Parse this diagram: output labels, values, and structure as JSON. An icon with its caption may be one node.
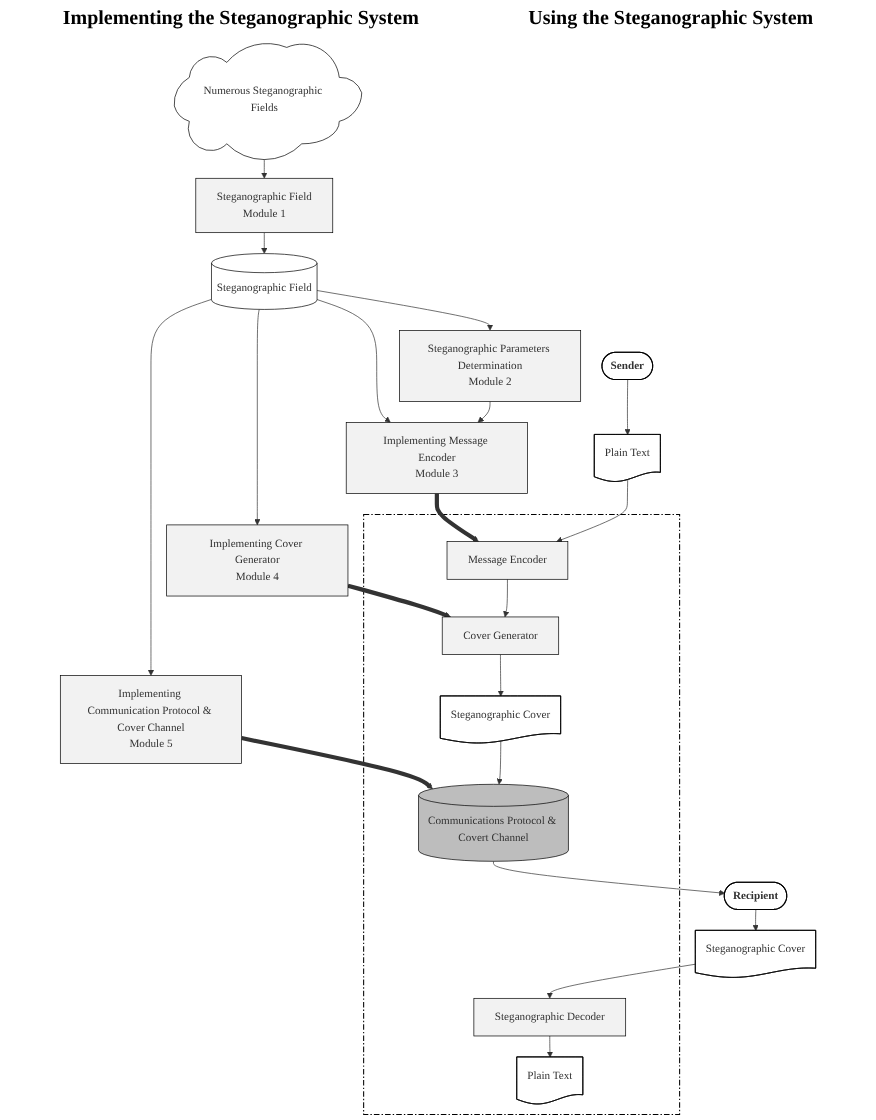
{
  "diagram": {
    "nodes": [
      {
        "text": [
          "Numerous Steganographic Fields"
        ]
      },
      {
        "text": [
          "Steganographic Field",
          "Module 1"
        ]
      },
      {
        "text": [
          "Steganographic Field"
        ]
      },
      {
        "text": [
          "Steganographic Parameters Determination",
          "Module 2"
        ]
      },
      {
        "text": [
          "Implementing Message Encoder",
          "Module 3"
        ]
      },
      {
        "text": [
          "Implementing Cover Generator",
          "Module 4"
        ]
      },
      {
        "text": [
          "Implementing Communication Protocol & Cover Channel",
          "Module 5"
        ]
      },
      {
        "text": [],
        "shape": "box"
      },
      {
        "text": [
          "Sender"
        ]
      },
      {
        "text": [
          "Plain Text"
        ]
      },
      {
        "text": [
          "Message Encoder"
        ],
        "in": 7
      },
      {
        "text": [
          "Cover Generator"
        ],
        "in": 7
      },
      {
        "text": [
          "Steganographic Cover"
        ],
        "in": 7
      },
      {
        "text": [
          "Communications Protocol & Covert Channel"
        ],
        "in": 7
      },
      {
        "text": [
          "Recipient"
        ]
      },
      {
        "text": [
          "Steganographic Cover"
        ]
      },
      {
        "text": [
          "Steganographic Decoder"
        ],
        "in": 7
      },
      {
        "text": [
          "Plain Text"
        ],
        "in": 7
      }
    ],
    "edges": [
      {
        "from": 0,
        "to": 1,
        "arrow": "to"
      },
      {
        "from": 1,
        "to": 2,
        "arrow": "to"
      },
      {
        "from": 2,
        "to": 3,
        "arrow": "to"
      },
      {
        "from": 2,
        "to": 4,
        "arrow": "to"
      },
      {
        "from": 2,
        "to": 5,
        "arrow": "to"
      },
      {
        "from": 2,
        "to": 6,
        "arrow": "to"
      },
      {
        "from": 3,
        "to": 4,
        "arrow": "to"
      },
      {
        "from": 4,
        "to": 10,
        "arrow": "to",
        "style": "thick"
      },
      {
        "from": 5,
        "to": 11,
        "arrow": "to",
        "style": "thick"
      },
      {
        "from": 6,
        "to": 13,
        "arrow": "to",
        "style": "thick"
      },
      {
        "from": 8,
        "to": 9,
        "arrow": "to"
      },
      {
        "from": 9,
        "to": 10,
        "arrow": "to"
      },
      {
        "from": 10,
        "to": 11,
        "arrow": "to"
      },
      {
        "from": 11,
        "to": 12,
        "arrow": "to"
      },
      {
        "from": 12,
        "to": 13,
        "arrow": "to"
      },
      {
        "from": 13,
        "to": 14,
        "arrow": "to"
      },
      {
        "from": 14,
        "to": 15,
        "arrow": "to"
      },
      {
        "from": 15,
        "to": 16,
        "arrow": "to"
      },
      {
        "from": 16,
        "to": 17,
        "arrow": "to"
      }
    ],
    "labels": [
      "Implementing the Steganographic System",
      "Using the Steganographic System"
    ]
  }
}
